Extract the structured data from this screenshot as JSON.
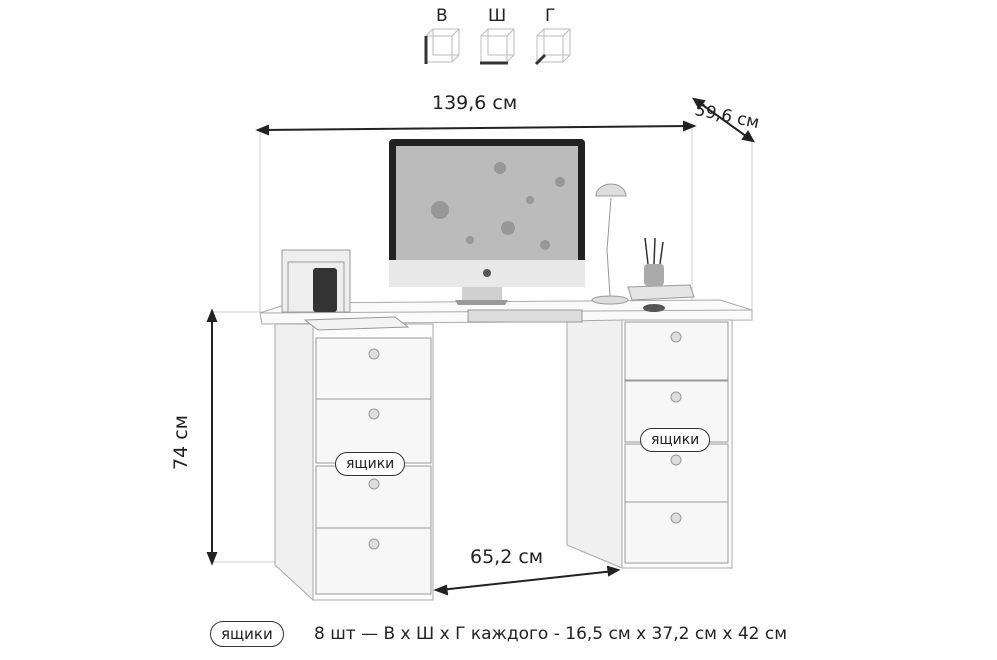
{
  "axes_legend": [
    {
      "label": "В",
      "icon": "cube-height-icon"
    },
    {
      "label": "Ш",
      "icon": "cube-width-icon"
    },
    {
      "label": "Г",
      "icon": "cube-depth-icon"
    }
  ],
  "dimensions": {
    "width": "139,6 см",
    "depth": "59,6 см",
    "height": "74 см",
    "legroom": "65,2 см"
  },
  "callouts": {
    "left_drawers": "ящики",
    "right_drawers": "ящики"
  },
  "footer": {
    "badge": "ящики",
    "text": "8 шт — В x Ш x Г каждого - 16,5 см x 37,2 см x 42 см"
  }
}
